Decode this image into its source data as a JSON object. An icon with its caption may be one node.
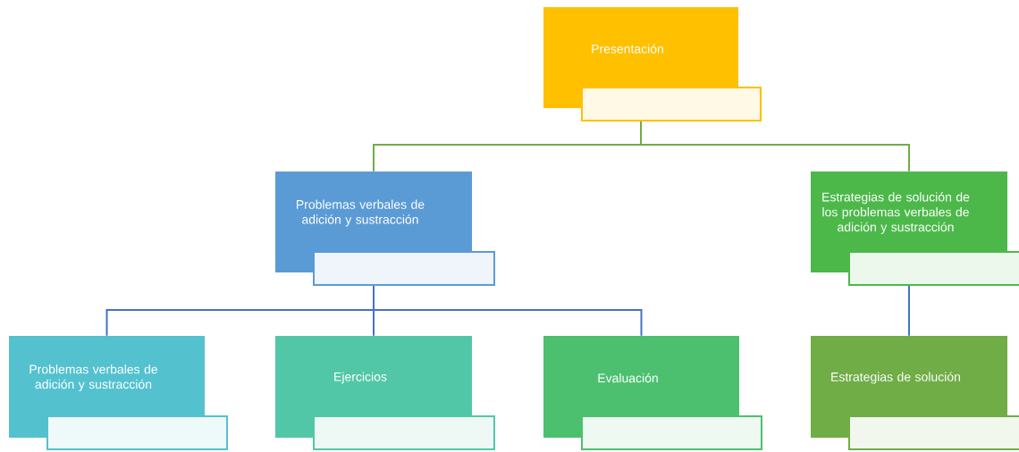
{
  "diagram": {
    "nodes": [
      {
        "text": [
          "Presentación"
        ]
      },
      {
        "text": [
          "Problemas verbales de adición y sustracción"
        ]
      },
      {
        "text": [
          "Estrategias de solución de los problemas verbales de adición y sustracción"
        ]
      },
      {
        "text": [
          "Problemas verbales de adición y sustracción"
        ]
      },
      {
        "text": [
          "Ejercicios"
        ]
      },
      {
        "text": [
          "Evaluación"
        ]
      },
      {
        "text": [
          "Estrategias de solución"
        ]
      }
    ],
    "edges": [
      {
        "from": 0,
        "to": 1,
        "arrow": "none",
        "color": "#70ad47"
      },
      {
        "from": 0,
        "to": 2,
        "arrow": "none",
        "color": "#70ad47"
      },
      {
        "from": 1,
        "to": 3,
        "arrow": "none"
      },
      {
        "from": 1,
        "to": 4,
        "arrow": "none"
      },
      {
        "from": 1,
        "to": 5,
        "arrow": "none"
      },
      {
        "from": 2,
        "to": 6,
        "arrow": "none"
      }
    ]
  }
}
